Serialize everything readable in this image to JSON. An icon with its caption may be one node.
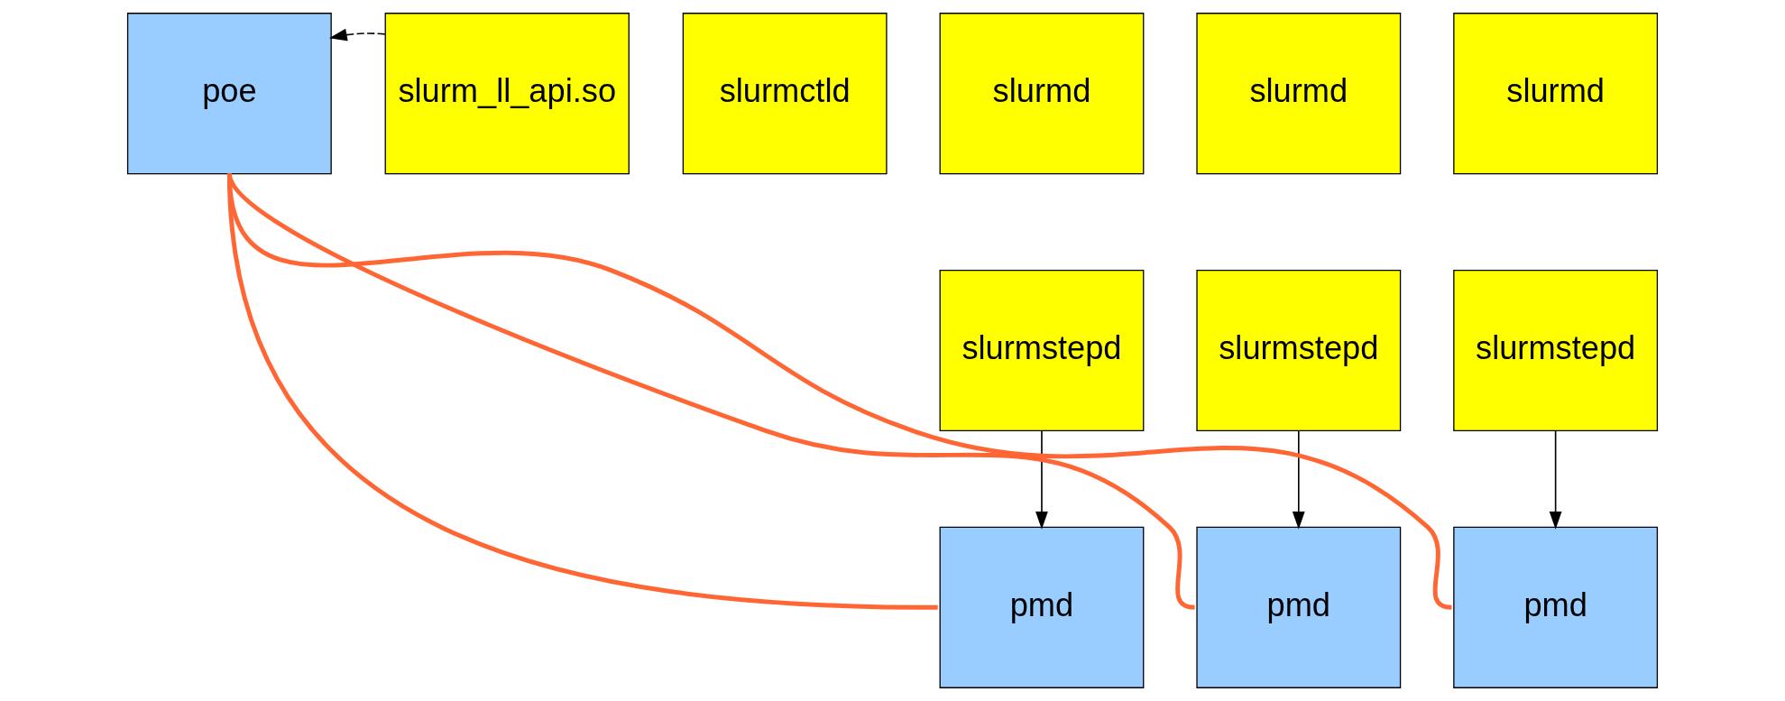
{
  "diagram": {
    "nodes": [
      {
        "text": [
          "poe"
        ]
      },
      {
        "text": [
          "slurm_ll_api.so"
        ]
      },
      {
        "text": [
          "slurmctld"
        ]
      },
      {
        "text": [
          "slurmd"
        ]
      },
      {
        "text": [
          "slurmd"
        ]
      },
      {
        "text": [
          "slurmd"
        ]
      },
      {
        "text": [
          "slurmstepd"
        ]
      },
      {
        "text": [
          "slurmstepd"
        ]
      },
      {
        "text": [
          "slurmstepd"
        ]
      },
      {
        "text": [
          "pmd"
        ]
      },
      {
        "text": [
          "pmd"
        ]
      },
      {
        "text": [
          "pmd"
        ]
      }
    ],
    "edges": [
      {
        "from": 1,
        "to": 0,
        "arrow": "to",
        "style": "dashed"
      },
      {
        "from": 6,
        "to": 9,
        "arrow": "to"
      },
      {
        "from": 7,
        "to": 10,
        "arrow": "to"
      },
      {
        "from": 8,
        "to": 11,
        "arrow": "to"
      },
      {
        "from": 9,
        "to": 0,
        "arrow": "none",
        "style": "thick",
        "color": "#ff6633"
      },
      {
        "from": 10,
        "to": 0,
        "arrow": "none",
        "style": "thick",
        "color": "#ff6633"
      },
      {
        "from": 11,
        "to": 0,
        "arrow": "none",
        "style": "thick",
        "color": "#ff6633"
      }
    ]
  }
}
